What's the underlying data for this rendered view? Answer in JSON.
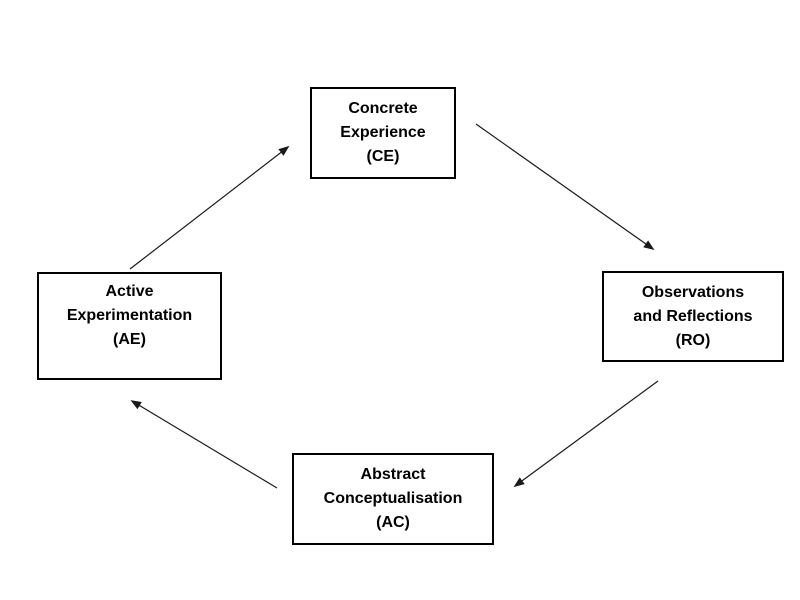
{
  "diagram": {
    "colors": {
      "background": "#ffffff",
      "box_fill": "#ffffff",
      "box_border": "#000000",
      "text_color": "#000000",
      "arrow_color": "#1a1a1a"
    },
    "nodes": [
      {
        "id": "concrete-experience",
        "lines": [
          "Concrete",
          "Experience",
          "(CE)"
        ],
        "label": "Concrete Experience (CE)"
      },
      {
        "id": "observations-reflections",
        "lines": [
          "Observations",
          "and Reflections",
          "(RO)"
        ],
        "label": "Observations and Reflections (RO)"
      },
      {
        "id": "abstract-conceptualisation",
        "lines": [
          "Abstract",
          "Conceptualisation",
          "(AC)"
        ],
        "label": "Abstract Conceptualisation (AC)"
      },
      {
        "id": "active-experimentation",
        "lines": [
          "Active",
          "Experimentation",
          "(AE)"
        ],
        "label": "Active Experimentation (AE)"
      }
    ],
    "edges": [
      {
        "from": "Active Experimentation (AE)",
        "to": "Concrete Experience (CE)"
      },
      {
        "from": "Concrete Experience (CE)",
        "to": "Observations and Reflections (RO)"
      },
      {
        "from": "Observations and Reflections (RO)",
        "to": "Abstract Conceptualisation (AC)"
      },
      {
        "from": "Abstract Conceptualisation (AC)",
        "to": "Active Experimentation (AE)"
      }
    ]
  }
}
